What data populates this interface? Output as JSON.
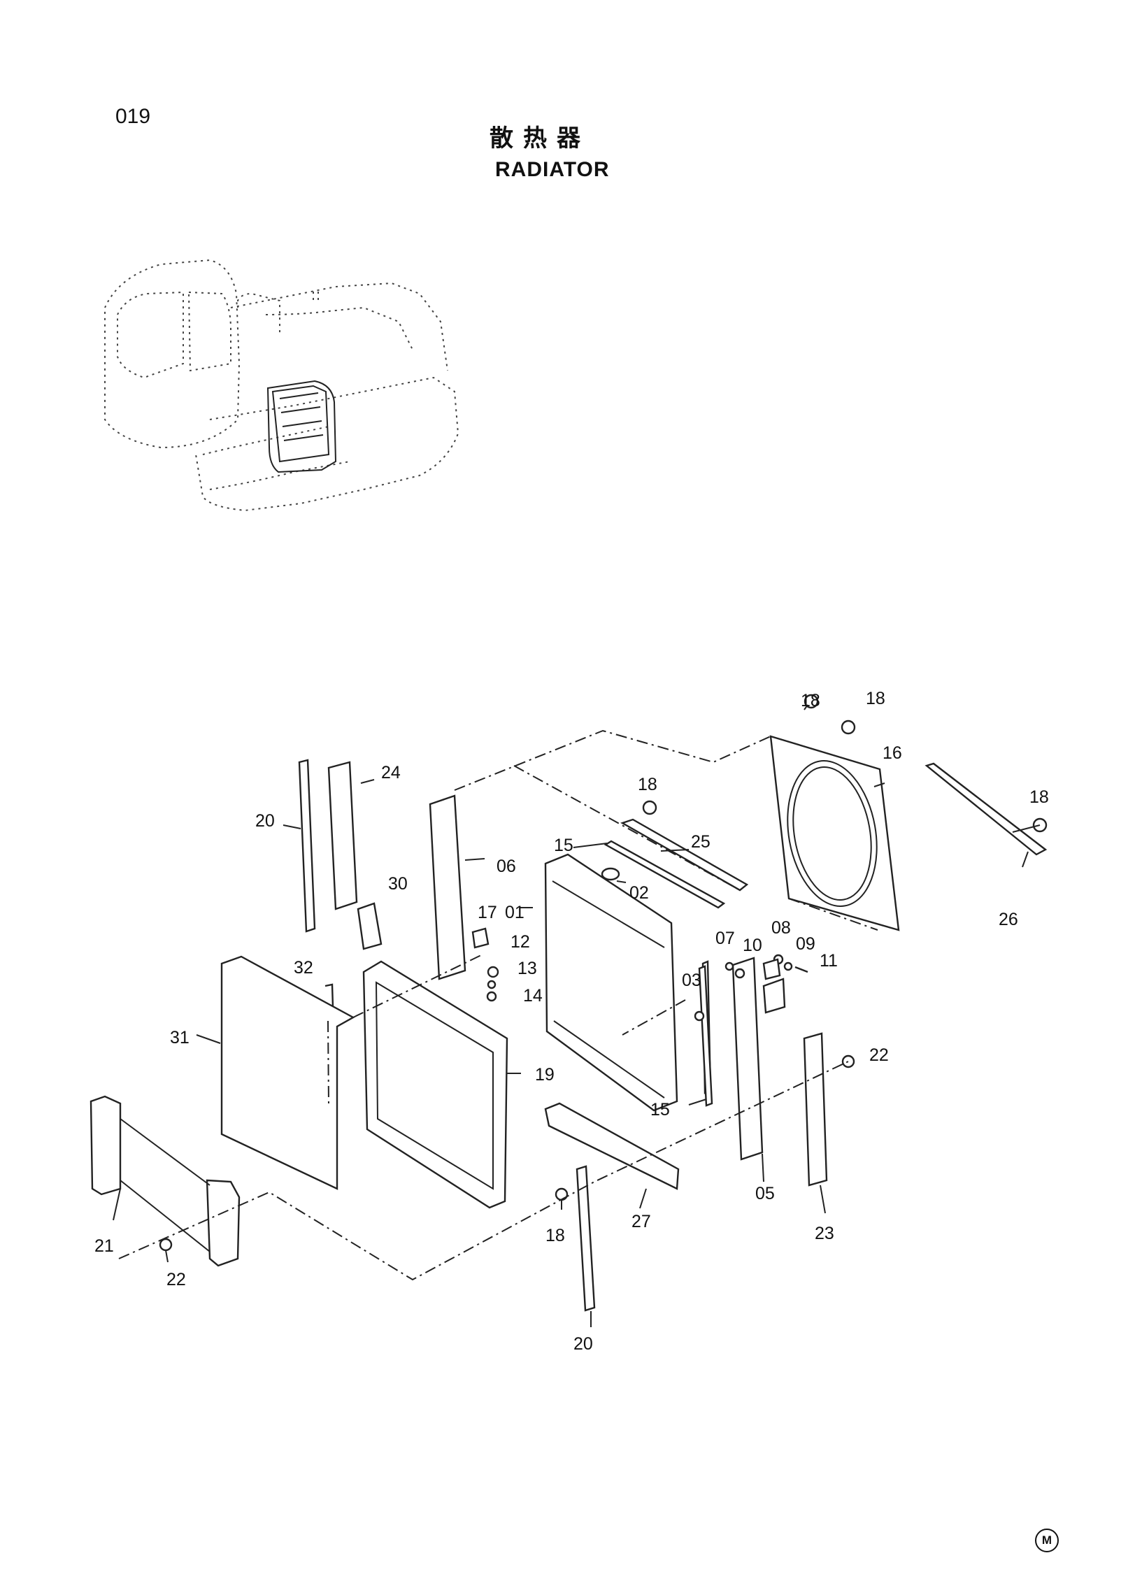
{
  "header": {
    "page_number": "019",
    "title_cn": "散热器",
    "title_en": "RADIATOR"
  },
  "footer": {
    "mark": "M"
  },
  "callouts": [
    {
      "id": "c18a",
      "text": "18"
    },
    {
      "id": "c18b",
      "text": "18"
    },
    {
      "id": "c16",
      "text": "16"
    },
    {
      "id": "c18c",
      "text": "18"
    },
    {
      "id": "c18d",
      "text": "18"
    },
    {
      "id": "c24",
      "text": "24"
    },
    {
      "id": "c20a",
      "text": "20"
    },
    {
      "id": "c15a",
      "text": "15"
    },
    {
      "id": "c25",
      "text": "25"
    },
    {
      "id": "c06",
      "text": "06"
    },
    {
      "id": "c02",
      "text": "02"
    },
    {
      "id": "c30",
      "text": "30"
    },
    {
      "id": "c17",
      "text": "17"
    },
    {
      "id": "c01",
      "text": "01"
    },
    {
      "id": "c26",
      "text": "26"
    },
    {
      "id": "c08",
      "text": "08"
    },
    {
      "id": "c07",
      "text": "07"
    },
    {
      "id": "c10",
      "text": "10"
    },
    {
      "id": "c09",
      "text": "09"
    },
    {
      "id": "c11",
      "text": "11"
    },
    {
      "id": "c12",
      "text": "12"
    },
    {
      "id": "c32",
      "text": "32"
    },
    {
      "id": "c13",
      "text": "13"
    },
    {
      "id": "c03",
      "text": "03"
    },
    {
      "id": "c14",
      "text": "14"
    },
    {
      "id": "c31",
      "text": "31"
    },
    {
      "id": "c22a",
      "text": "22"
    },
    {
      "id": "c19",
      "text": "19"
    },
    {
      "id": "c15b",
      "text": "15"
    },
    {
      "id": "c05",
      "text": "05"
    },
    {
      "id": "c27",
      "text": "27"
    },
    {
      "id": "c23",
      "text": "23"
    },
    {
      "id": "c18e",
      "text": "18"
    },
    {
      "id": "c21",
      "text": "21"
    },
    {
      "id": "c22b",
      "text": "22"
    },
    {
      "id": "c20b",
      "text": "20"
    }
  ]
}
